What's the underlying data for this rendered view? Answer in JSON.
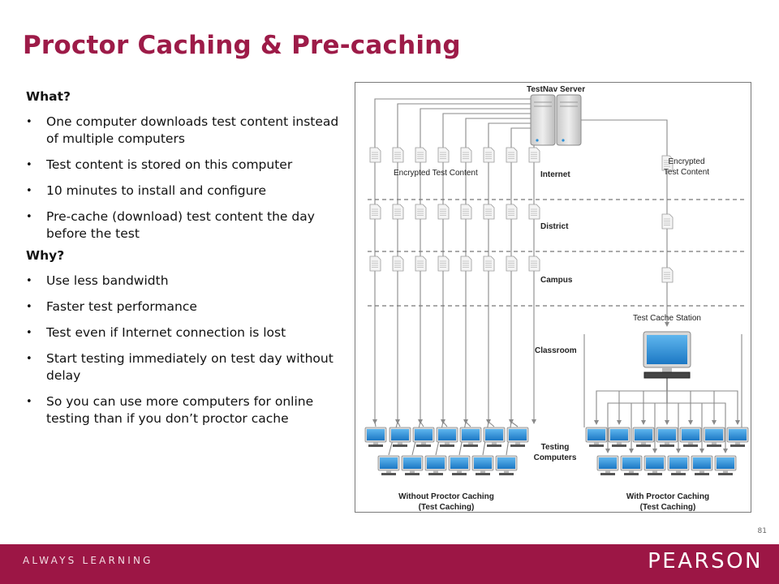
{
  "title": "Proctor Caching & Pre-caching",
  "what_heading": "What?",
  "what_items": [
    "One computer downloads test content instead of multiple computers",
    "Test content is stored on this computer",
    "10 minutes to install and configure",
    "Pre-cache (download) test content the day before the test"
  ],
  "why_heading": "Why?",
  "why_items": [
    "Use less bandwidth",
    "Faster test performance",
    "Test even if Internet connection is lost",
    "Start testing immediately on test day without delay",
    "So you can use more computers for online testing than if you don’t proctor cache"
  ],
  "diagram": {
    "server_label": "TestNav Server",
    "encrypted_left": "Encrypted Test Content",
    "encrypted_right_line1": "Encrypted",
    "encrypted_right_line2": "Test Content",
    "levels": [
      "Internet",
      "District",
      "Campus",
      "Classroom"
    ],
    "test_cache_station": "Test Cache Station",
    "testing_computers_line1": "Testing",
    "testing_computers_line2": "Computers",
    "caption_left_line1": "Without Proctor Caching",
    "caption_left_line2": "(Test Caching)",
    "caption_right_line1": "With Proctor Caching",
    "caption_right_line2": "(Test Caching)"
  },
  "page_number": "81",
  "footer_tagline": "ALWAYS LEARNING",
  "footer_brand": "PEARSON",
  "colors": {
    "title": "#9d1b48",
    "footer": "#9c1645",
    "monitor_screen": "#2a8fd6"
  }
}
